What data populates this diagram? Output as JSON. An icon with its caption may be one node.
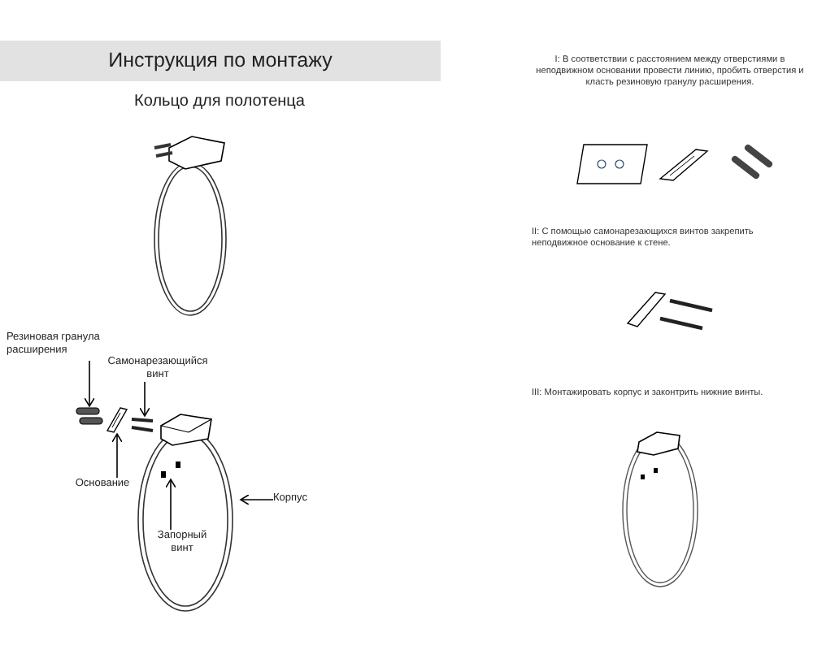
{
  "diagram": {
    "title": "Инструкция по монтажу",
    "nodes": [
      {
        "text": [
          "Резиновая гранула расширения"
        ]
      },
      {
        "text": [
          "Самонарезающийся винт"
        ]
      },
      {
        "text": [
          "Основание"
        ]
      },
      {
        "text": [
          "Корпус"
        ]
      },
      {
        "text": [
          "Запорный винт"
        ],
        "in": 8
      },
      {
        "text": [],
        "shape": "picture"
      },
      {
        "text": [],
        "shape": "picture"
      },
      {
        "text": [],
        "shape": "picture"
      },
      {
        "text": [],
        "shape": "picture"
      },
      {
        "text": [],
        "shape": "picture",
        "in": 8
      }
    ],
    "edges": [
      {
        "from": 0,
        "to": 5,
        "arrow": "to"
      },
      {
        "from": 1,
        "to": 7,
        "arrow": "to"
      },
      {
        "from": 2,
        "to": 6,
        "arrow": "to"
      },
      {
        "from": 3,
        "to": 8,
        "arrow": "to"
      },
      {
        "from": 4,
        "to": 9,
        "arrow": "to"
      }
    ],
    "labels": [
      "Кольцо для полотенца",
      "I: В соответствии с расстоянием между отверстиями в неподвижном основании провести линию, пробить отверстия и класть резиновую гранулу расширения.",
      "II: С помощью самонарезающихся винтов закрепить неподвижное основание к стене.",
      "III: Монтажировать корпус и законтрить нижние винты."
    ]
  }
}
